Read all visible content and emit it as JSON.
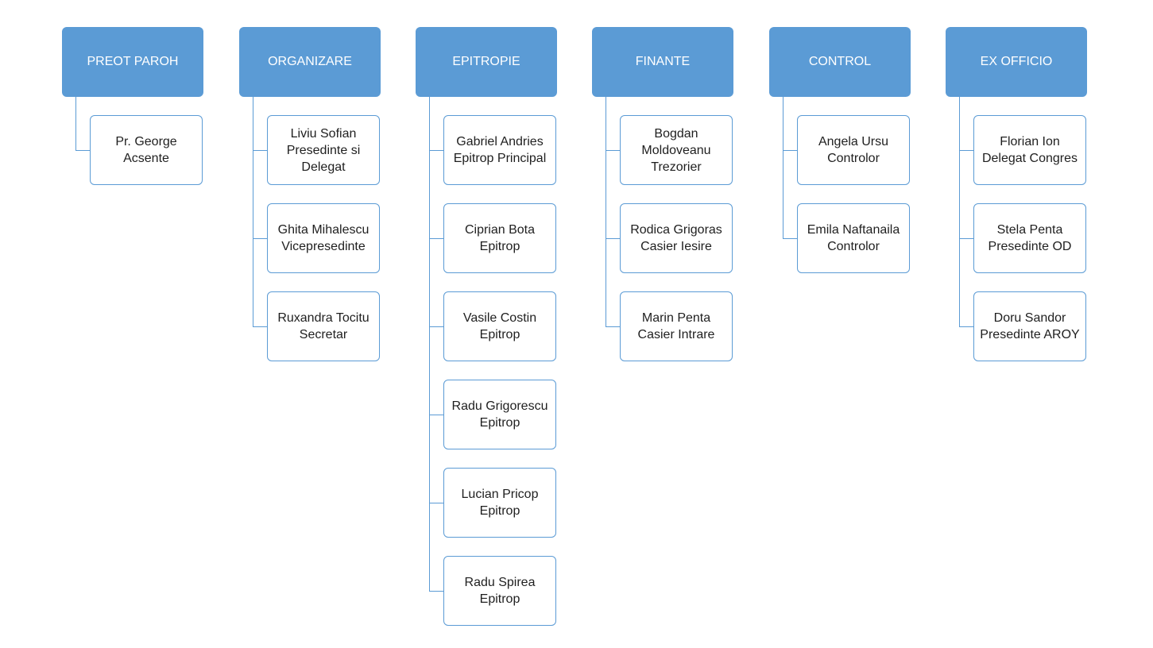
{
  "columns": [
    {
      "title": "PREOT PAROH",
      "members": [
        [
          "Pr. George",
          "Acsente"
        ]
      ]
    },
    {
      "title": "ORGANIZARE",
      "members": [
        [
          "Liviu Sofian",
          "Presedinte si",
          "Delegat"
        ],
        [
          "Ghita Mihalescu",
          "Vicepresedinte"
        ],
        [
          "Ruxandra Tocitu",
          "Secretar"
        ]
      ]
    },
    {
      "title": "EPITROPIE",
      "members": [
        [
          "Gabriel Andries",
          "Epitrop Principal"
        ],
        [
          "Ciprian Bota",
          "Epitrop"
        ],
        [
          "Vasile Costin",
          "Epitrop"
        ],
        [
          "Radu Grigorescu",
          "Epitrop"
        ],
        [
          "Lucian Pricop",
          "Epitrop"
        ],
        [
          "Radu Spirea",
          "Epitrop"
        ]
      ]
    },
    {
      "title": "FINANTE",
      "members": [
        [
          "Bogdan",
          "Moldoveanu",
          "Trezorier"
        ],
        [
          "Rodica Grigoras",
          "Casier Iesire"
        ],
        [
          "Marin Penta",
          "Casier Intrare"
        ]
      ]
    },
    {
      "title": "CONTROL",
      "members": [
        [
          "Angela Ursu",
          "Controlor"
        ],
        [
          "Emila Naftanaila",
          "Controlor"
        ]
      ]
    },
    {
      "title": "EX OFFICIO",
      "members": [
        [
          "Florian Ion",
          "Delegat Congres"
        ],
        [
          "Stela Penta",
          "Presedinte OD"
        ],
        [
          "Doru Sandor",
          "Presedinte AROY"
        ]
      ]
    }
  ],
  "colors": {
    "header_fill": "#5b9bd5",
    "header_text": "#ffffff",
    "box_border": "#5b9bd5",
    "box_text": "#1f1f1f",
    "connector": "#5b9bd5"
  }
}
